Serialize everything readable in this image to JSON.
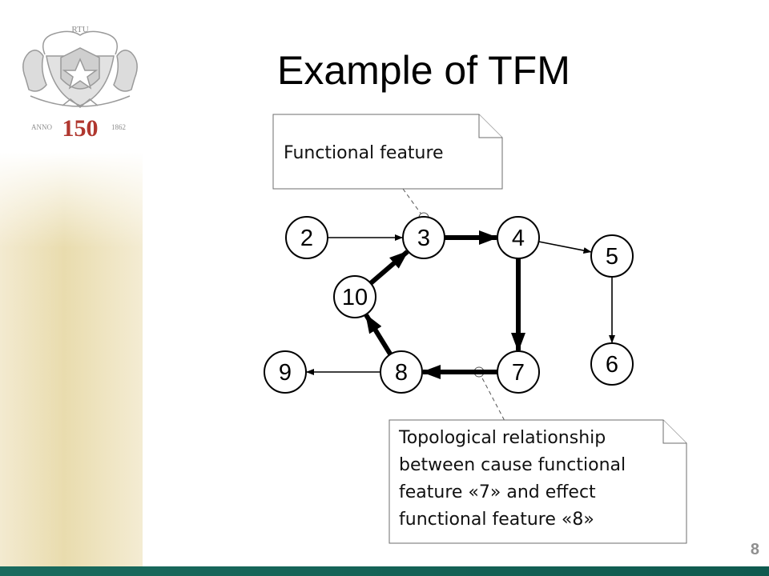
{
  "slide": {
    "title": "Example of TFM",
    "page_number": "8"
  },
  "logo": {
    "top_text": "RTU",
    "anno_text": "ANNO",
    "number_text": "150",
    "year_text": "1862",
    "colors": {
      "gray": "#8e8e8e",
      "red": "#b0372f",
      "green": "#2a7a4b"
    }
  },
  "colors": {
    "footer_bar": "#0f5a4f",
    "page_number": "#8f8f8f",
    "side_panel": "#e9dcae"
  },
  "diagram": {
    "nodes": [
      {
        "id": "2",
        "label": "2"
      },
      {
        "id": "3",
        "label": "3"
      },
      {
        "id": "4",
        "label": "4"
      },
      {
        "id": "5",
        "label": "5"
      },
      {
        "id": "6",
        "label": "6"
      },
      {
        "id": "7",
        "label": "7"
      },
      {
        "id": "8",
        "label": "8"
      },
      {
        "id": "9",
        "label": "9"
      },
      {
        "id": "10",
        "label": "10"
      }
    ],
    "edges": [
      {
        "from": "2",
        "to": "3",
        "weight": "thin"
      },
      {
        "from": "3",
        "to": "4",
        "weight": "thick"
      },
      {
        "from": "4",
        "to": "5",
        "weight": "thin"
      },
      {
        "from": "5",
        "to": "6",
        "weight": "thin"
      },
      {
        "from": "4",
        "to": "7",
        "weight": "thick"
      },
      {
        "from": "7",
        "to": "8",
        "weight": "thick"
      },
      {
        "from": "8",
        "to": "9",
        "weight": "thin"
      },
      {
        "from": "8",
        "to": "10",
        "weight": "thick"
      },
      {
        "from": "10",
        "to": "3",
        "weight": "thick"
      }
    ],
    "callouts": [
      {
        "id": "functional-feature",
        "lines": [
          "Functional feature"
        ],
        "points_to": "3"
      },
      {
        "id": "topological-relationship",
        "lines": [
          "Topological relationship",
          "between cause functional",
          "feature «7» and effect",
          "functional feature «8»"
        ],
        "points_to": "7-8"
      }
    ]
  }
}
